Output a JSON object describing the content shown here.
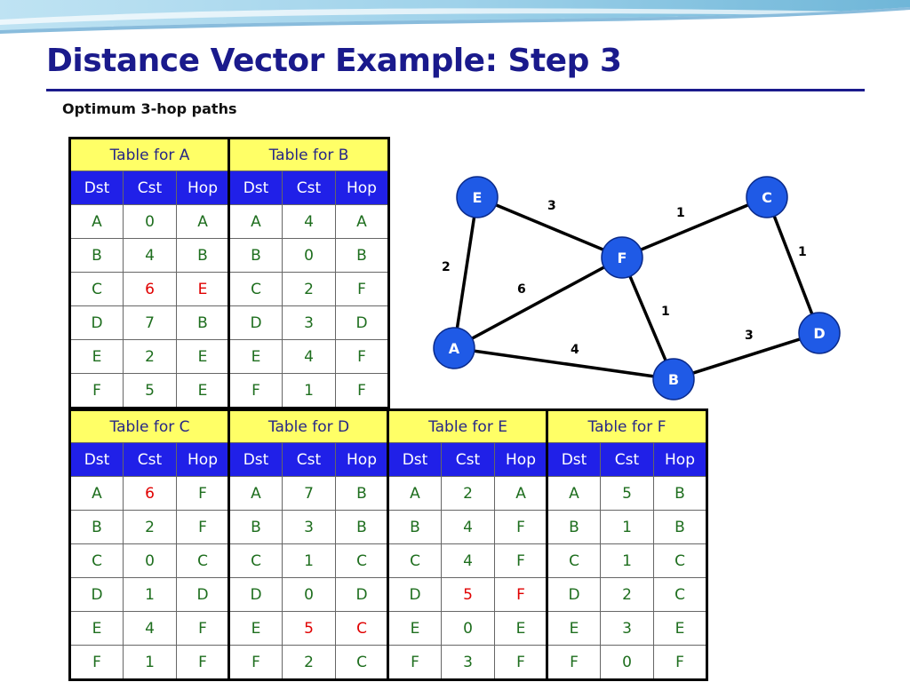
{
  "slide": {
    "title": "Distance Vector Example: Step 3",
    "subtitle": "Optimum 3-hop paths"
  },
  "colors": {
    "title": "#1a1a8c",
    "caption_bg": "#ffff66",
    "header_bg": "#2020e8",
    "cell_text": "#1e6e1e",
    "highlight": "#e00000",
    "node_fill": "#1f5ae6"
  },
  "headers": {
    "dst": "Dst",
    "cst": "Cst",
    "hop": "Hop"
  },
  "tables": [
    {
      "caption": "Table for A",
      "rows": [
        {
          "dst": "A",
          "cst": "0",
          "hop": "A",
          "hl": false
        },
        {
          "dst": "B",
          "cst": "4",
          "hop": "B",
          "hl": false
        },
        {
          "dst": "C",
          "cst": "6",
          "hop": "E",
          "hl": true
        },
        {
          "dst": "D",
          "cst": "7",
          "hop": "B",
          "hl": false
        },
        {
          "dst": "E",
          "cst": "2",
          "hop": "E",
          "hl": false
        },
        {
          "dst": "F",
          "cst": "5",
          "hop": "E",
          "hl": false
        }
      ]
    },
    {
      "caption": "Table for B",
      "rows": [
        {
          "dst": "A",
          "cst": "4",
          "hop": "A",
          "hl": false
        },
        {
          "dst": "B",
          "cst": "0",
          "hop": "B",
          "hl": false
        },
        {
          "dst": "C",
          "cst": "2",
          "hop": "F",
          "hl": false
        },
        {
          "dst": "D",
          "cst": "3",
          "hop": "D",
          "hl": false
        },
        {
          "dst": "E",
          "cst": "4",
          "hop": "F",
          "hl": false
        },
        {
          "dst": "F",
          "cst": "1",
          "hop": "F",
          "hl": false
        }
      ]
    },
    {
      "caption": "Table for C",
      "rows": [
        {
          "dst": "A",
          "cst": "6",
          "hop": "F",
          "hl": "cst"
        },
        {
          "dst": "B",
          "cst": "2",
          "hop": "F",
          "hl": false
        },
        {
          "dst": "C",
          "cst": "0",
          "hop": "C",
          "hl": false
        },
        {
          "dst": "D",
          "cst": "1",
          "hop": "D",
          "hl": false
        },
        {
          "dst": "E",
          "cst": "4",
          "hop": "F",
          "hl": false
        },
        {
          "dst": "F",
          "cst": "1",
          "hop": "F",
          "hl": false
        }
      ]
    },
    {
      "caption": "Table for D",
      "rows": [
        {
          "dst": "A",
          "cst": "7",
          "hop": "B",
          "hl": false
        },
        {
          "dst": "B",
          "cst": "3",
          "hop": "B",
          "hl": false
        },
        {
          "dst": "C",
          "cst": "1",
          "hop": "C",
          "hl": false
        },
        {
          "dst": "D",
          "cst": "0",
          "hop": "D",
          "hl": false
        },
        {
          "dst": "E",
          "cst": "5",
          "hop": "C",
          "hl": true
        },
        {
          "dst": "F",
          "cst": "2",
          "hop": "C",
          "hl": false
        }
      ]
    },
    {
      "caption": "Table for E",
      "rows": [
        {
          "dst": "A",
          "cst": "2",
          "hop": "A",
          "hl": false
        },
        {
          "dst": "B",
          "cst": "4",
          "hop": "F",
          "hl": false
        },
        {
          "dst": "C",
          "cst": "4",
          "hop": "F",
          "hl": false
        },
        {
          "dst": "D",
          "cst": "5",
          "hop": "F",
          "hl": true
        },
        {
          "dst": "E",
          "cst": "0",
          "hop": "E",
          "hl": false
        },
        {
          "dst": "F",
          "cst": "3",
          "hop": "F",
          "hl": false
        }
      ]
    },
    {
      "caption": "Table for F",
      "rows": [
        {
          "dst": "A",
          "cst": "5",
          "hop": "B",
          "hl": false
        },
        {
          "dst": "B",
          "cst": "1",
          "hop": "B",
          "hl": false
        },
        {
          "dst": "C",
          "cst": "1",
          "hop": "C",
          "hl": false
        },
        {
          "dst": "D",
          "cst": "2",
          "hop": "C",
          "hl": false
        },
        {
          "dst": "E",
          "cst": "3",
          "hop": "E",
          "hl": false
        },
        {
          "dst": "F",
          "cst": "0",
          "hop": "F",
          "hl": false
        }
      ]
    }
  ],
  "graph": {
    "nodes": [
      "E",
      "C",
      "F",
      "D",
      "A",
      "B"
    ],
    "edges": [
      {
        "from": "E",
        "to": "F",
        "weight": "3"
      },
      {
        "from": "F",
        "to": "C",
        "weight": "1"
      },
      {
        "from": "C",
        "to": "D",
        "weight": "1"
      },
      {
        "from": "E",
        "to": "A",
        "weight": "2"
      },
      {
        "from": "A",
        "to": "F",
        "weight": "6"
      },
      {
        "from": "F",
        "to": "B",
        "weight": "1"
      },
      {
        "from": "B",
        "to": "D",
        "weight": "3"
      },
      {
        "from": "A",
        "to": "B",
        "weight": "4"
      }
    ]
  }
}
